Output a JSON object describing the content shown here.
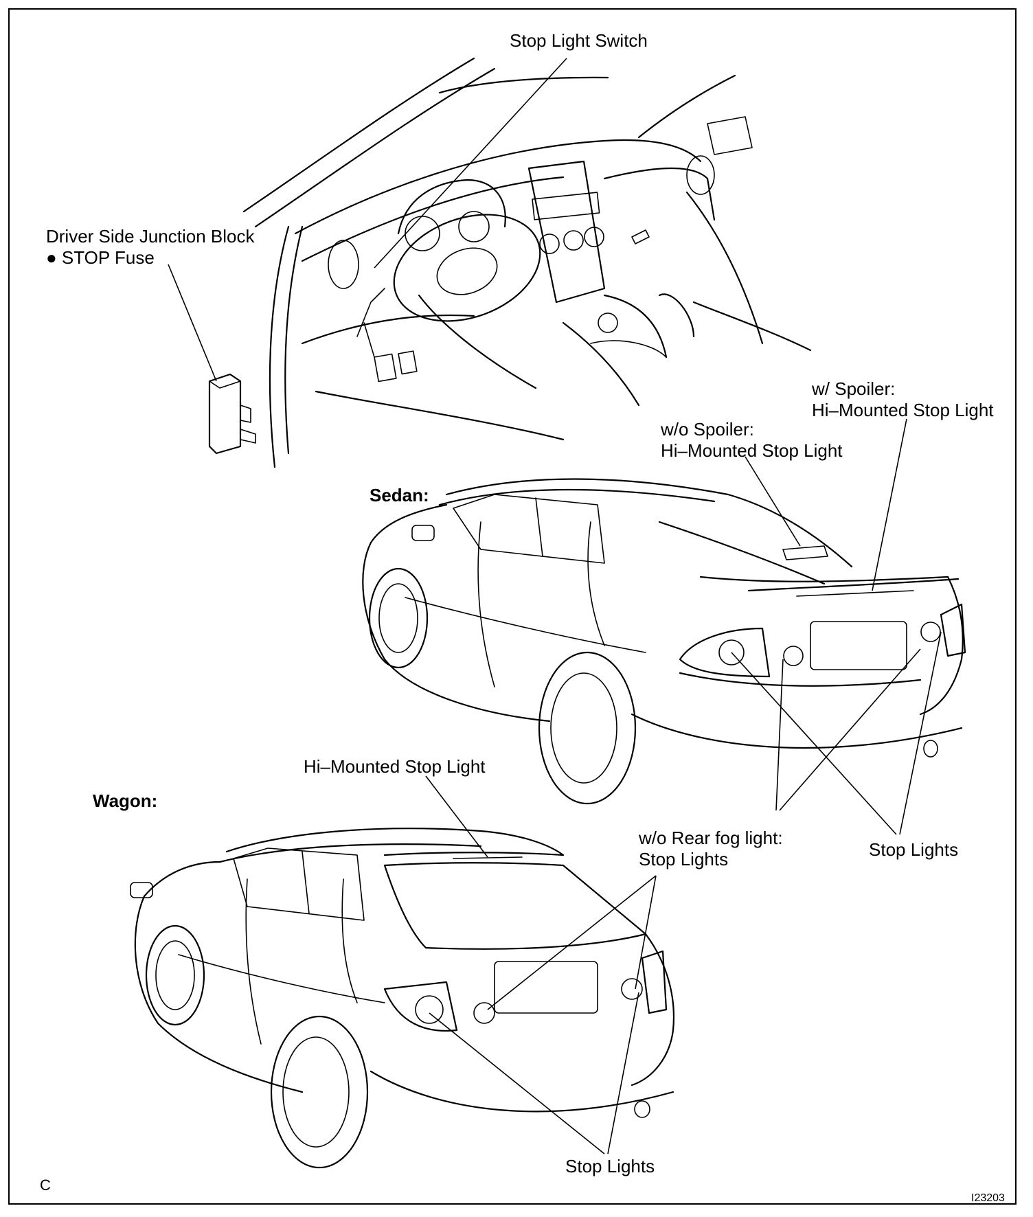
{
  "labels": {
    "stop_light_switch": "Stop Light Switch",
    "junction_block_line1": "Driver Side Junction Block",
    "junction_block_line2": "● STOP Fuse",
    "w_spoiler_line1": "w/ Spoiler:",
    "w_spoiler_line2": "Hi–Mounted Stop Light",
    "wo_spoiler_line1": "w/o Spoiler:",
    "wo_spoiler_line2": "Hi–Mounted Stop Light",
    "sedan": "Sedan:",
    "wagon": "Wagon:",
    "wagon_hi_mounted": "Hi–Mounted Stop Light",
    "wo_rear_fog_line1": "w/o Rear fog light:",
    "wo_rear_fog_line2": "Stop Lights",
    "sedan_stop_lights": "Stop Lights",
    "wagon_stop_lights": "Stop Lights",
    "corner_letter": "C",
    "figure_code": "I23203"
  }
}
